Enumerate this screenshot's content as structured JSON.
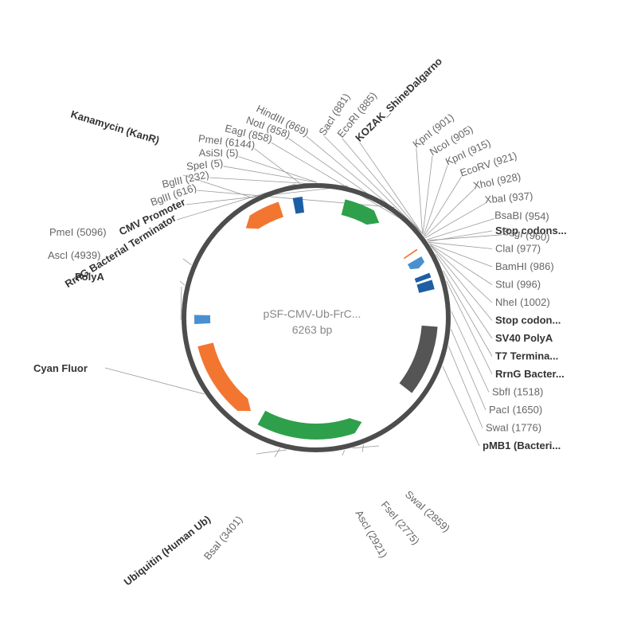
{
  "plasmid": {
    "name": "pSF-CMV-Ub-FrC...",
    "size_label": "6263 bp",
    "length_bp": 6263
  },
  "colors": {
    "orange": "#f27630",
    "green": "#2ea04b",
    "dark_blue": "#1e5fa3",
    "light_blue": "#4a90d0",
    "gray": "#555555",
    "backbone": "#4d4d4d"
  },
  "features": [
    {
      "id": "kanr",
      "start": 5600,
      "end": 5950,
      "color": "orange",
      "direction": "ccw"
    },
    {
      "id": "rrng-term-left",
      "start": 6070,
      "end": 6150,
      "color": "dark_blue",
      "direction": "none"
    },
    {
      "id": "cmv-promoter",
      "start": 240,
      "end": 585,
      "color": "green",
      "direction": "cw"
    },
    {
      "id": "stop-codons-1",
      "start": 968,
      "end": 980,
      "color": "orange",
      "direction": "none"
    },
    {
      "id": "sv40-polya",
      "start": 1040,
      "end": 1120,
      "color": "light_blue",
      "direction": "cw"
    },
    {
      "id": "t7-term",
      "start": 1190,
      "end": 1230,
      "color": "dark_blue",
      "direction": "none"
    },
    {
      "id": "rrng-term-right",
      "start": 1250,
      "end": 1330,
      "color": "dark_blue",
      "direction": "none"
    },
    {
      "id": "pmb1",
      "start": 1640,
      "end": 2230,
      "color": "gray",
      "direction": "none"
    },
    {
      "id": "ubiquitin",
      "start": 2720,
      "end": 3630,
      "color": "green",
      "direction": "ccw"
    },
    {
      "id": "cyan-fluor",
      "start": 3740,
      "end": 4460,
      "color": "orange",
      "direction": "ccw"
    },
    {
      "id": "polya",
      "start": 4645,
      "end": 4720,
      "color": "light_blue",
      "direction": "none"
    }
  ],
  "labels_right": [
    {
      "text": "Stop codons...",
      "bold": true,
      "pos": 970
    },
    {
      "text": "ClaI (977)",
      "bold": false,
      "pos": 977
    },
    {
      "text": "BamHI (986)",
      "bold": false,
      "pos": 986
    },
    {
      "text": "StuI (996)",
      "bold": false,
      "pos": 996
    },
    {
      "text": "NheI (1002)",
      "bold": false,
      "pos": 1002
    },
    {
      "text": "Stop codon...",
      "bold": true,
      "pos": 1008
    },
    {
      "text": "SV40 PolyA",
      "bold": true,
      "pos": 1080
    },
    {
      "text": "T7 Termina...",
      "bold": true,
      "pos": 1210
    },
    {
      "text": "RrnG Bacter...",
      "bold": true,
      "pos": 1290
    },
    {
      "text": "SbfI (1518)",
      "bold": false,
      "pos": 1518
    },
    {
      "text": "PacI (1650)",
      "bold": false,
      "pos": 1650
    },
    {
      "text": "SwaI (1776)",
      "bold": false,
      "pos": 1776
    },
    {
      "text": "pMB1 (Bacteri...",
      "bold": true,
      "pos": 1930
    }
  ],
  "labels_top": [
    {
      "text": "RrnG Bacterial Terminator",
      "bold": true,
      "pos": 6110
    },
    {
      "text": "CMV Promoter",
      "bold": true,
      "pos": 240
    },
    {
      "text": "BglII (616)",
      "bold": false,
      "pos": 616
    },
    {
      "text": "BglII (232)",
      "bold": false,
      "pos": 232
    },
    {
      "text": "SpeI (5)",
      "bold": false,
      "pos": 5
    },
    {
      "text": "AsiSI (5)",
      "bold": false,
      "pos": 5
    },
    {
      "text": "PmeI (6144)",
      "bold": false,
      "pos": 6144
    },
    {
      "text": "EagI (858)",
      "bold": false,
      "pos": 858
    },
    {
      "text": "NotI (858)",
      "bold": false,
      "pos": 858
    },
    {
      "text": "HindIII (869)",
      "bold": false,
      "pos": 869
    },
    {
      "text": "SacI (881)",
      "bold": false,
      "pos": 881
    },
    {
      "text": "EcoRI (885)",
      "bold": false,
      "pos": 885
    },
    {
      "text": "KOZAK_ShineDalgarno",
      "bold": true,
      "pos": 892
    },
    {
      "text": "KpnI (901)",
      "bold": false,
      "pos": 901
    },
    {
      "text": "NcoI (905)",
      "bold": false,
      "pos": 905
    },
    {
      "text": "KpnI (915)",
      "bold": false,
      "pos": 915
    },
    {
      "text": "EcoRV (921)",
      "bold": false,
      "pos": 921
    },
    {
      "text": "XhoI (928)",
      "bold": false,
      "pos": 928
    },
    {
      "text": "XbaI (937)",
      "bold": false,
      "pos": 937
    },
    {
      "text": "BsaBI (954)",
      "bold": false,
      "pos": 954
    },
    {
      "text": "BsgI (960)",
      "bold": false,
      "pos": 960
    }
  ],
  "labels_left": [
    {
      "text": "Kanamycin (KanR)",
      "bold": true,
      "pos": 5780
    },
    {
      "text": "PmeI (5096)",
      "bold": false,
      "pos": 5096
    },
    {
      "text": "AscI (4939)",
      "bold": false,
      "pos": 4939
    },
    {
      "text": "PolyA",
      "bold": true,
      "pos": 4680
    },
    {
      "text": "Cyan Fluor",
      "bold": true,
      "pos": 4100
    }
  ],
  "labels_bottom": [
    {
      "text": "SwaI (2859)",
      "bold": false,
      "pos": 2859
    },
    {
      "text": "FseI (2775)",
      "bold": false,
      "pos": 2775
    },
    {
      "text": "AscI (2921)",
      "bold": false,
      "pos": 2921
    },
    {
      "text": "BsaI (3401)",
      "bold": false,
      "pos": 3401
    },
    {
      "text": "Ubiquitin (Human Ub)",
      "bold": true,
      "pos": 3350
    }
  ]
}
